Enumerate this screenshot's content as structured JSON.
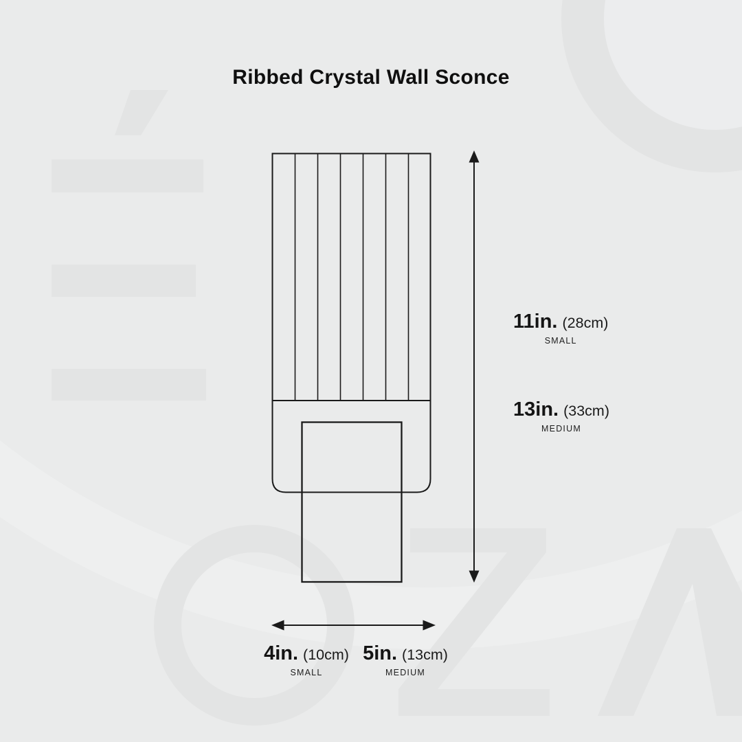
{
  "title": "Ribbed Crystal Wall Sconce",
  "product": {
    "name": "Ribbed Crystal Wall Sconce",
    "view": "front elevation line drawing",
    "rib_columns": 7
  },
  "dimensions": {
    "height_labels": [
      {
        "value": "11in.",
        "metric": "(28cm)",
        "size": "SMALL"
      },
      {
        "value": "13in.",
        "metric": "(33cm)",
        "size": "MEDIUM"
      }
    ],
    "width_labels": [
      {
        "value": "4in.",
        "metric": "(10cm)",
        "size": "SMALL"
      },
      {
        "value": "5in.",
        "metric": "(13cm)",
        "size": "MEDIUM"
      }
    ]
  },
  "watermark": {
    "glyphs": "É O Z A",
    "description": "faint oversized brand letters behind diagram"
  },
  "colors": {
    "background": "#eaebeb",
    "watermark_gray": "#e3e4e4",
    "line": "#1a1a1a",
    "text": "#111111"
  }
}
